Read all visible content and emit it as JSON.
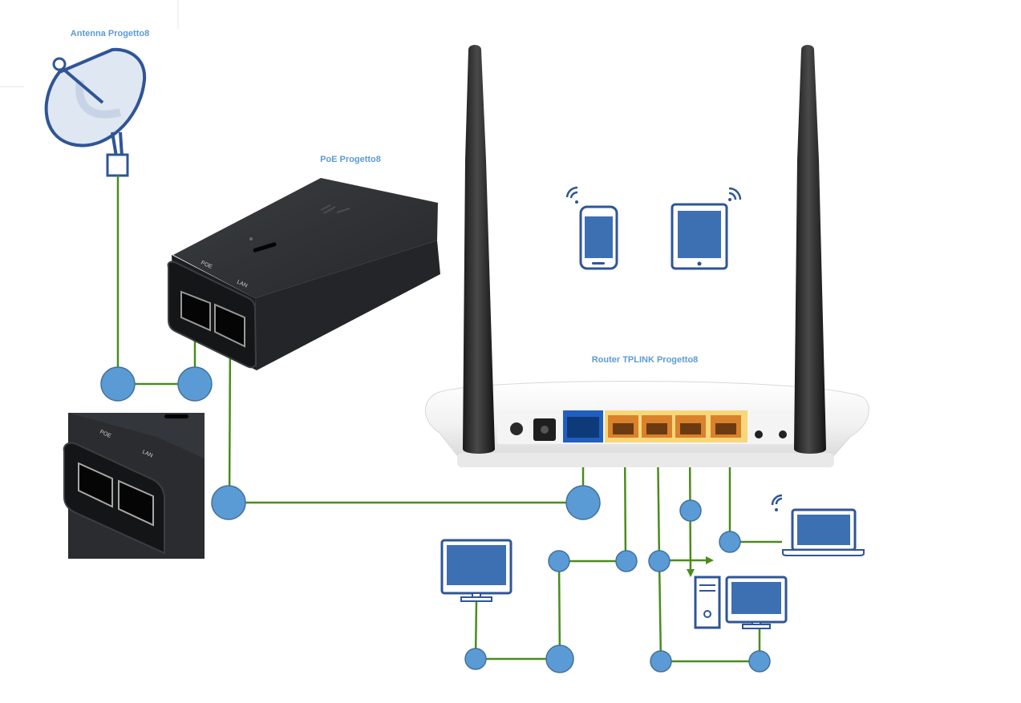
{
  "labels": {
    "antenna": "Antenna Progetto8",
    "poe": "PoE Progetto8",
    "router": "Router TPLINK Progetto8"
  },
  "poe_device": {
    "port_poe": "POE",
    "port_lan": "LAN"
  },
  "colors": {
    "label": "#5b9bd5",
    "node_fill": "#5b9bd5",
    "node_stroke": "#41719c",
    "wire": "#4a8c1c",
    "device_dark": "#2b2d30",
    "icon_stroke": "#2f5597",
    "icon_fill": "#3d6fb3",
    "router_body": "#f3f3f3",
    "wan_port": "#1f5fbf",
    "lan_panel": "#f6d77a"
  },
  "icons": [
    "satellite-dish-icon",
    "smartphone-icon",
    "tablet-icon",
    "laptop-icon",
    "desktop-icon",
    "tower-pc-icon",
    "wifi-icon"
  ]
}
